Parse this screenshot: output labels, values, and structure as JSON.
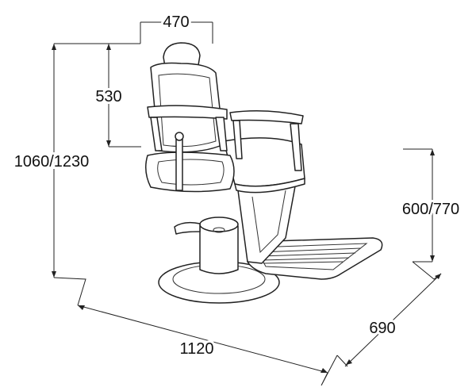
{
  "dimensions": {
    "top_width": "470",
    "back_height": "530",
    "total_height": "1060/1230",
    "seat_height": "600/770",
    "length": "1120",
    "depth": "690"
  }
}
